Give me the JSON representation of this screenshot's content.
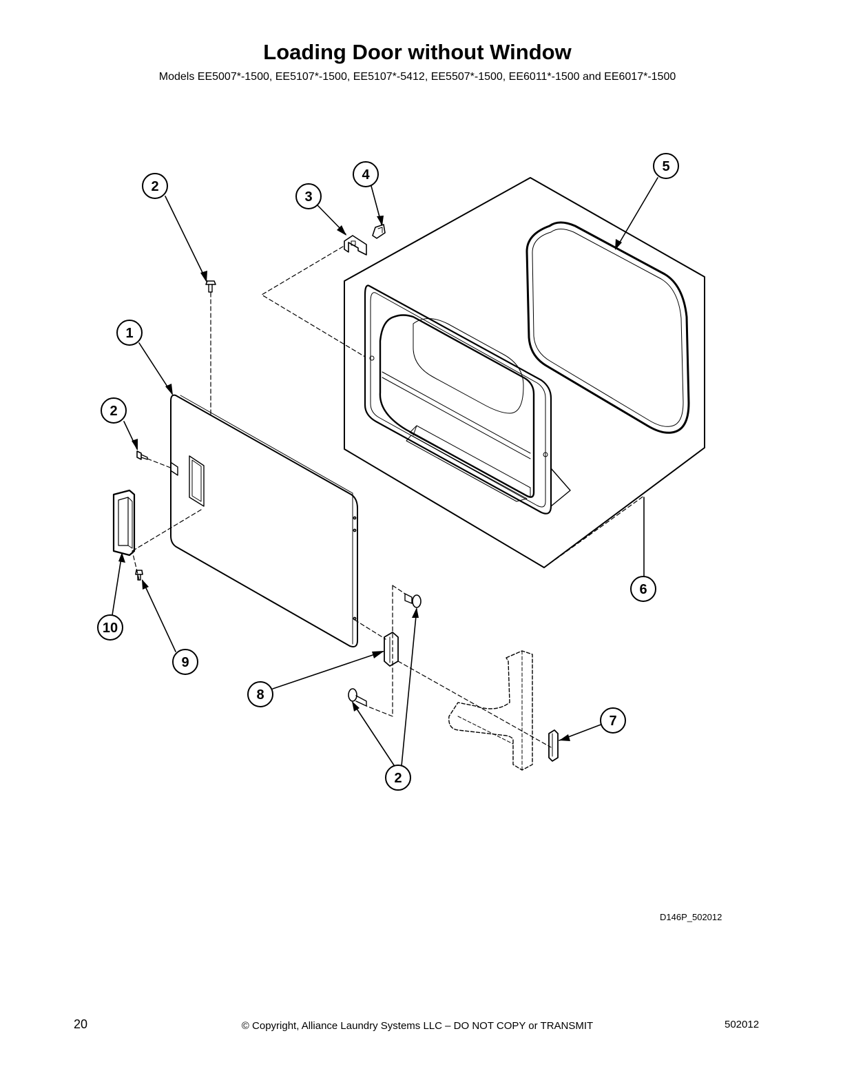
{
  "header": {
    "title": "Loading Door without Window",
    "subtitle": "Models EE5007*-1500, EE5107*-1500, EE5107*-5412, EE5507*-1500, EE6011*-1500 and EE6017*-1500"
  },
  "diagram": {
    "drawing_code": "D146P_502012",
    "callouts": [
      "1",
      "2",
      "2",
      "2",
      "2",
      "3",
      "4",
      "5",
      "6",
      "7",
      "8",
      "9",
      "10"
    ]
  },
  "footer": {
    "page_number": "20",
    "copyright": "© Copyright, Alliance Laundry Systems LLC – DO NOT COPY or TRANSMIT",
    "doc_code": "502012"
  }
}
